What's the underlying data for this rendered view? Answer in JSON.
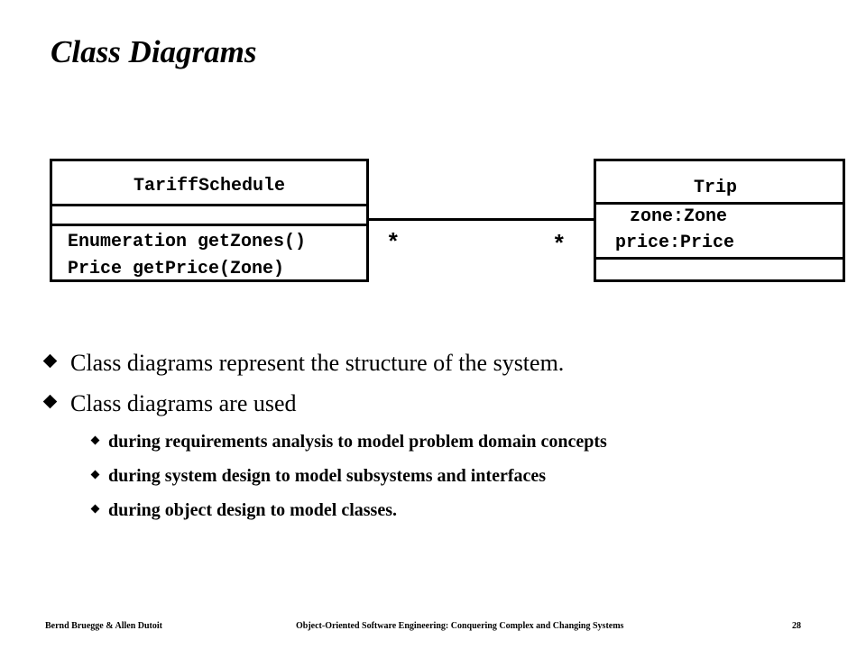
{
  "title": "Class Diagrams",
  "diagram": {
    "classes": [
      {
        "name": "TariffSchedule",
        "attributes": [],
        "operations": [
          "Enumeration getZones()",
          "Price getPrice(Zone)"
        ]
      },
      {
        "name": "Trip",
        "attributes": [
          "zone:Zone",
          "price:Price"
        ],
        "operations": []
      }
    ],
    "association": {
      "left_multiplicity": "*",
      "right_multiplicity": "*"
    }
  },
  "bullets": [
    {
      "text": "Class diagrams represent the structure of the system.",
      "sub": []
    },
    {
      "text": "Class diagrams are used",
      "sub": [
        "during requirements analysis to model problem domain concepts",
        "during system design to model subsystems and interfaces",
        "during object design to model classes."
      ]
    }
  ],
  "footer": {
    "authors": "Bernd Bruegge & Allen Dutoit",
    "book": "Object-Oriented Software Engineering: Conquering Complex and Changing Systems",
    "page": "28"
  }
}
